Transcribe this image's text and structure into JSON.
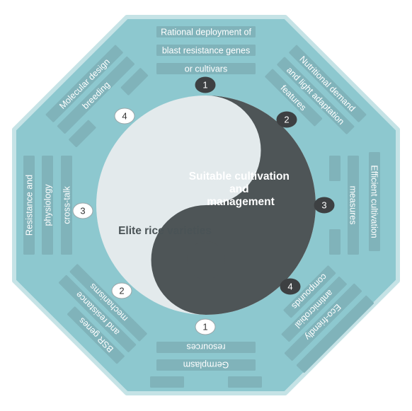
{
  "colors": {
    "octagon": "#8dc8cf",
    "octagon_border": "#c5e3e6",
    "bar": "#80b3ba",
    "bar_text": "#ffffff",
    "yin": "#4e5557",
    "yang": "#e3eaec",
    "badge_dark": "#3d4042",
    "badge_light": "#ffffff"
  },
  "yinyang": {
    "light_label": "Elite rice varieties",
    "dark_label_lines": [
      "Suitable cultivation",
      "and",
      "management"
    ]
  },
  "badges": [
    {
      "label": "1",
      "theme": "dark"
    },
    {
      "label": "2",
      "theme": "dark"
    },
    {
      "label": "3",
      "theme": "dark"
    },
    {
      "label": "4",
      "theme": "dark"
    },
    {
      "label": "1",
      "theme": "light"
    },
    {
      "label": "2",
      "theme": "light"
    },
    {
      "label": "3",
      "theme": "light"
    },
    {
      "label": "4",
      "theme": "light"
    }
  ],
  "sides": {
    "top": [
      "Rational deployment of",
      "blast resistance genes",
      "or cultivars"
    ],
    "top_right": [
      "Nutritional demand",
      "and light adaptation",
      "features"
    ],
    "right": [
      "Efficient cultivation",
      "measures",
      ""
    ],
    "bottom_right": [
      "",
      "Eco-friendly",
      "antimicrobial",
      "compounds"
    ],
    "bottom": [
      "",
      "Germplasm",
      "resources"
    ],
    "bottom_left": [
      "BSR genes",
      "and resistance",
      "mechanisms"
    ],
    "left": [
      "Resistance and",
      "physiology",
      "cross-talk"
    ],
    "top_left": [
      "Molecular design",
      "breeding",
      ""
    ]
  }
}
